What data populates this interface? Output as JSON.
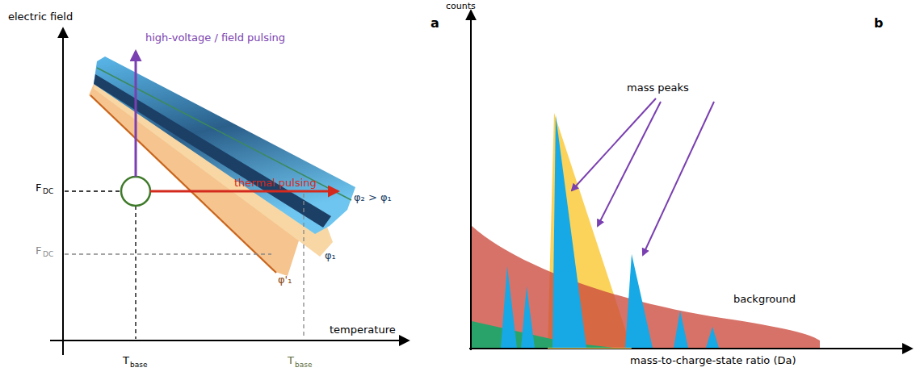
{
  "diagram": {
    "labels": [
      "electric field",
      "high-voltage / field pulsing",
      "F",
      "DC",
      "thermal pulsing",
      "φ₂ > φ₁",
      "F",
      "DC",
      "φ₁",
      "φ'₁",
      "temperature",
      "T",
      "base",
      "T",
      "base",
      "a",
      "b",
      "counts",
      "mass peaks",
      "background",
      "mass-to-charge-state ratio (Da)"
    ]
  }
}
